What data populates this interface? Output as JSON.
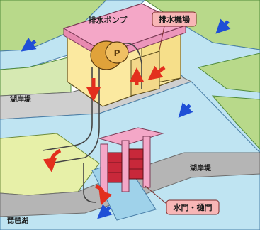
{
  "labels": {
    "pump": "排水ポンプ",
    "pump_station": "排水機場",
    "levee_upper": "湖岸堤",
    "levee_lower": "湖岸堤",
    "gate": "水門・樋門",
    "lake": "琵琶湖",
    "pump_symbol": "P"
  },
  "colors": {
    "field_green": "#b8d98a",
    "water_blue": "#bfe4f2",
    "building_yellow": "#fbe9a0",
    "roof_pink": "#f4a7c7",
    "gate_red": "#c8283a",
    "label_box_pink": "#f8b6b6",
    "levee_gray": "#b5b5b5",
    "arrow_red": "#e32f1e",
    "arrow_blue": "#1f4fd6"
  }
}
